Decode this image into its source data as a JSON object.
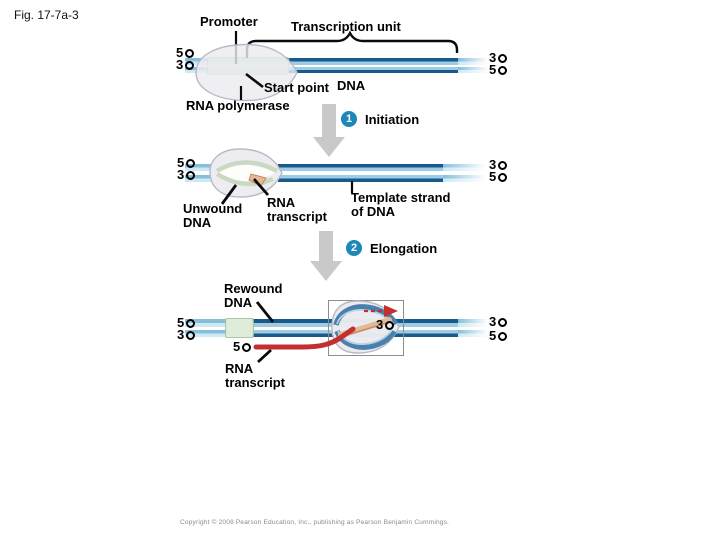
{
  "fig_label": "Fig. 17-7a-3",
  "colors": {
    "dna-navy": "#1a5a8a",
    "dna-light": "#9ccde5",
    "dna-pale": "#cfe8f4",
    "promoter-green": "#dbead5",
    "promoter-green-border": "#a9bf9e",
    "rna-red": "#c22f2e",
    "hybrid-salmon": "#e5b897",
    "loop-blue": "#4a81aa",
    "bubble-green": "#c9d8c2",
    "badge-blue": "#1e87b8",
    "arrow-gray": "#c9c9c9",
    "blob-fill": "#ebebf0",
    "blob-border": "#b9b9c7",
    "box-border": "#8f8f8f",
    "copyright-gray": "#8a8a8a"
  },
  "s1": {
    "promoter": "Promoter",
    "transcription_unit": "Transcription unit",
    "start_point": "Start point",
    "dna": "DNA",
    "rna_polymerase": "RNA polymerase",
    "left_top": "5",
    "left_bottom": "3",
    "right_top": "3",
    "right_bottom": "5",
    "step": {
      "number": "1",
      "label": "Initiation"
    }
  },
  "s2": {
    "unwound_l1": "Unwound",
    "unwound_l2": "DNA",
    "rna_l1": "RNA",
    "rna_l2": "transcript",
    "template_l1": "Template strand",
    "template_l2": "of DNA",
    "left_top": "5",
    "left_bottom": "3",
    "right_top": "3",
    "right_bottom": "5",
    "step": {
      "number": "2",
      "label": "Elongation"
    }
  },
  "s3": {
    "rewound_l1": "Rewound",
    "rewound_l2": "DNA",
    "rna_l1": "RNA",
    "rna_l2": "transcript",
    "rna_end": "5",
    "bubble_end": "3",
    "left_top": "5",
    "left_bottom": "3",
    "right_top": "3",
    "right_bottom": "5"
  },
  "footer": {
    "copyright": "Copyright © 2008 Pearson Education, Inc., publishing as Pearson Benjamin Cummings."
  }
}
